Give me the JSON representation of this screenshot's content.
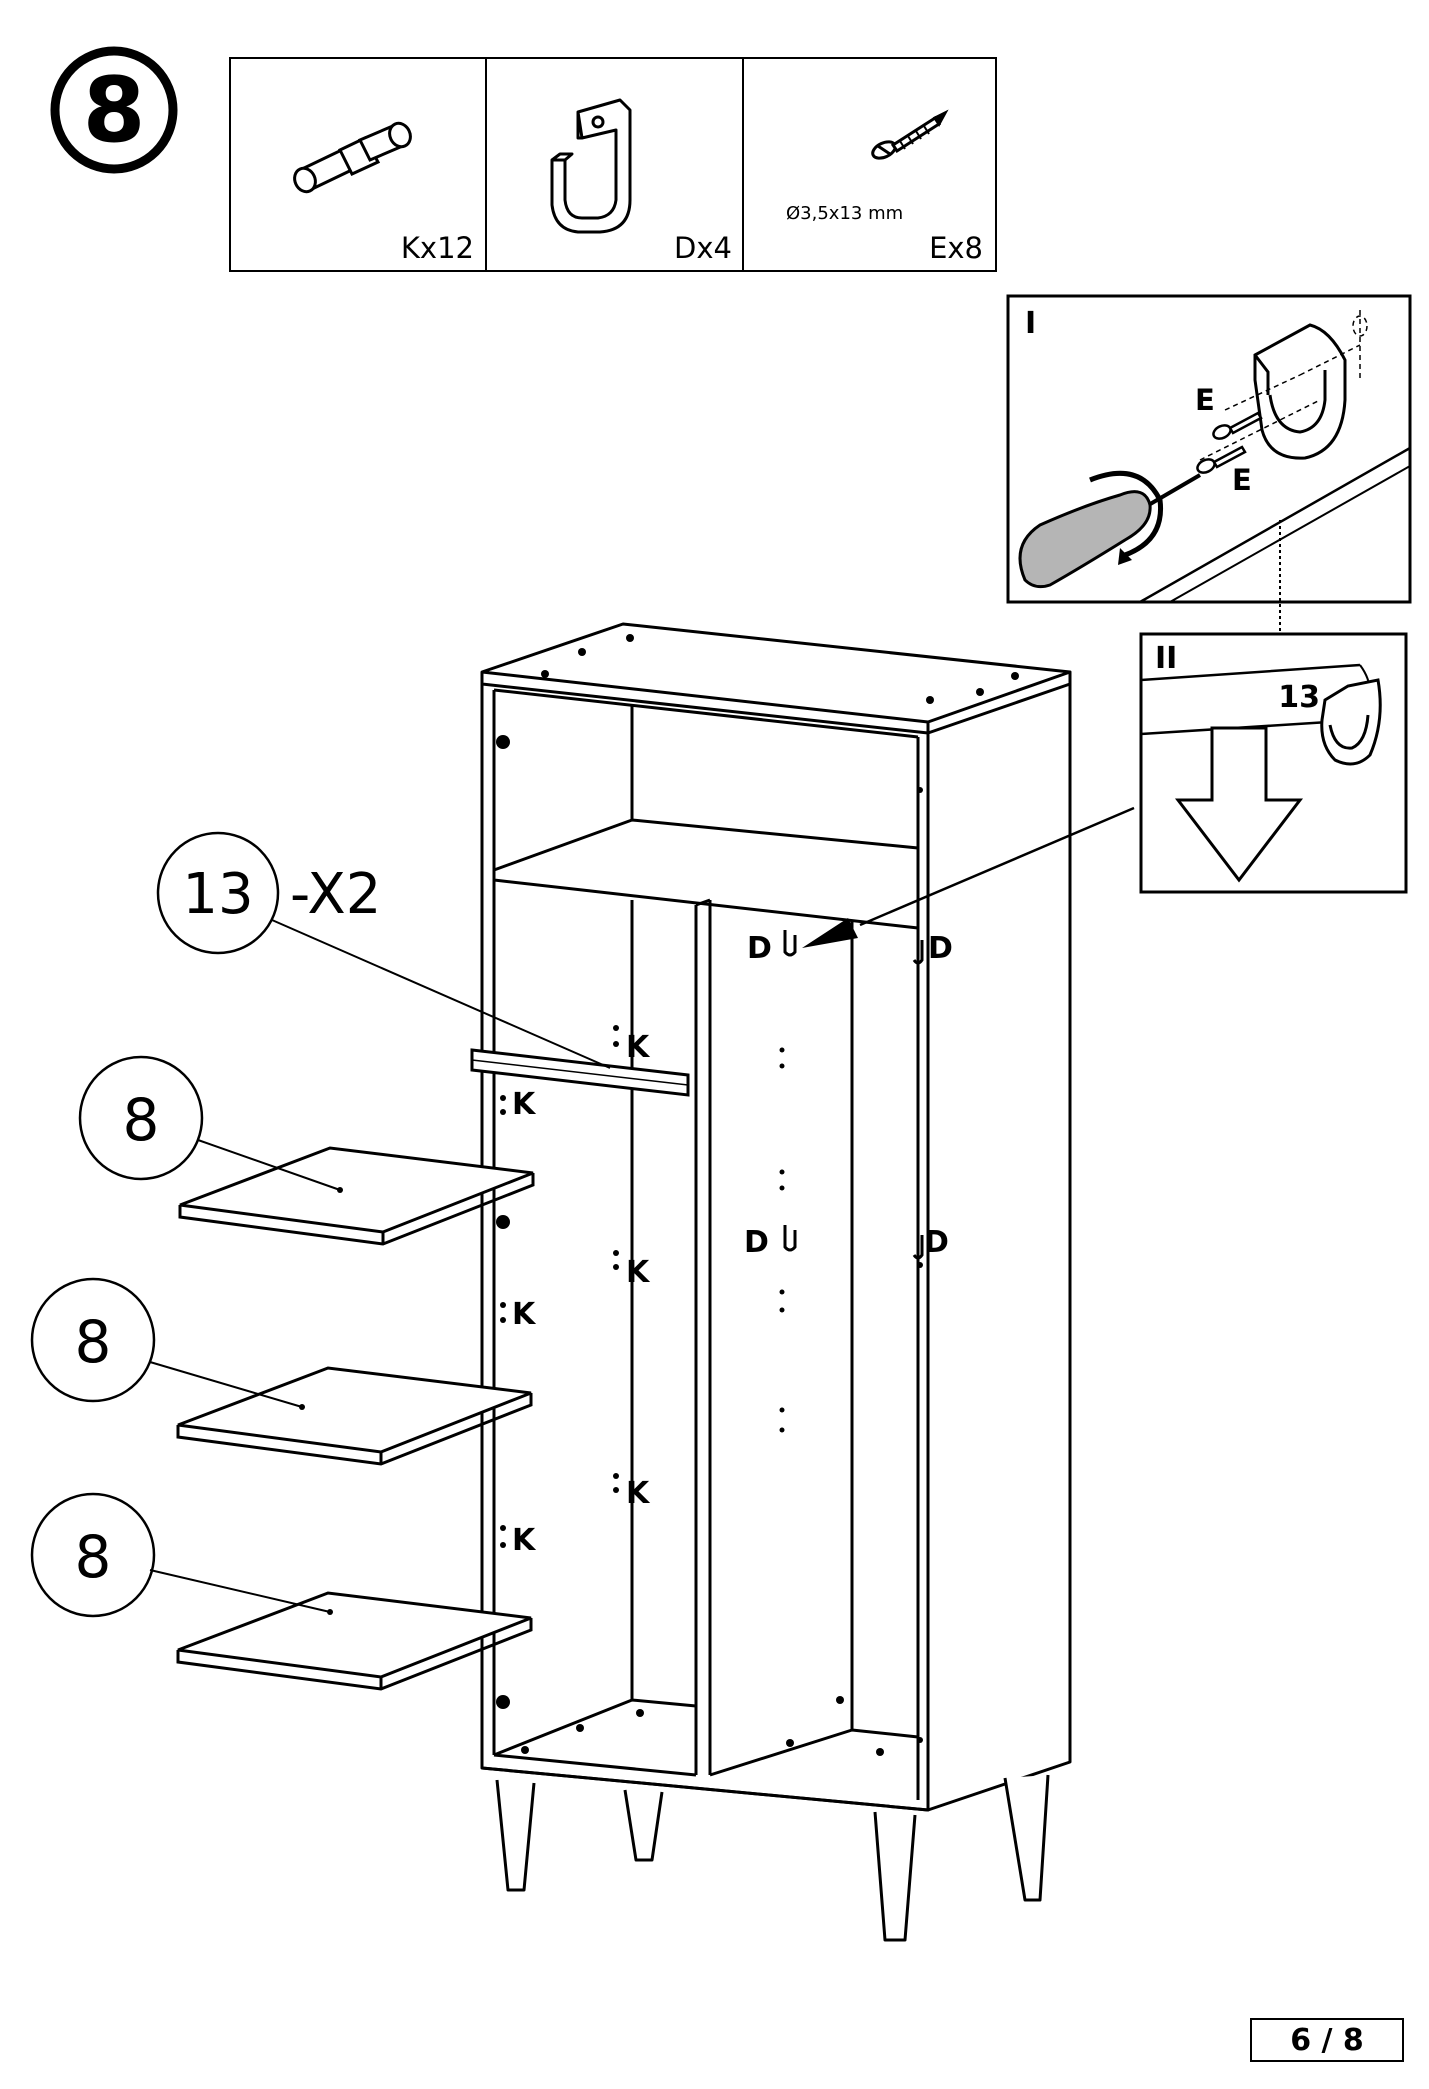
{
  "step": {
    "number": "8"
  },
  "parts_table": [
    {
      "label": "Kx12",
      "icon": "dowel-pin-icon"
    },
    {
      "label": "Dx4",
      "icon": "rail-bracket-icon"
    },
    {
      "label": "Ex8",
      "icon": "screw-icon",
      "spec": "Ø3,5x13 mm"
    }
  ],
  "detail_I": {
    "title": "I",
    "screw_labels": [
      "E",
      "E"
    ]
  },
  "detail_II": {
    "title": "II",
    "rail_label": "13"
  },
  "callouts": {
    "rail": {
      "part": "13",
      "qty": "-X2"
    },
    "shelves": [
      "8",
      "8",
      "8"
    ]
  },
  "cabinet_labels": {
    "brackets": [
      "D",
      "D",
      "D",
      "D"
    ],
    "pins": [
      "K",
      "K",
      "K",
      "K",
      "K",
      "K"
    ]
  },
  "footer": {
    "page": "6 / 8"
  }
}
